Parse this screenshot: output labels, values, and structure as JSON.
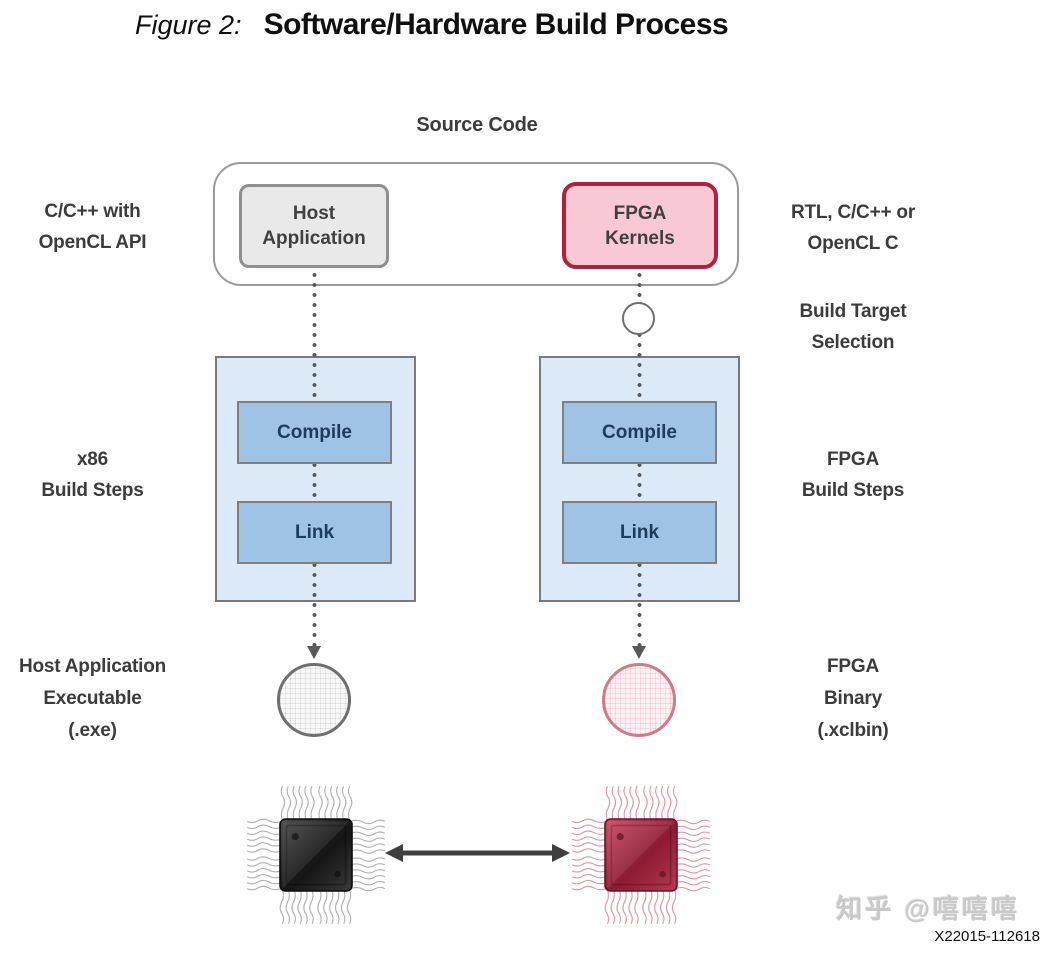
{
  "figure": {
    "label": "Figure 2:",
    "title": "Software/Hardware Build Process",
    "code": "X22015-112618",
    "watermark": "知乎 @嘻嘻嘻"
  },
  "diagram": {
    "source_code": "Source Code",
    "host_application": [
      "Host",
      "Application"
    ],
    "fpga_kernels": [
      "FPGA",
      "Kernels"
    ],
    "compile": "Compile",
    "link": "Link",
    "side_labels": {
      "cpp": [
        "C/C++ with",
        "OpenCL API"
      ],
      "rtl": [
        "RTL, C/C++ or",
        "OpenCL C"
      ],
      "build_target": [
        "Build Target",
        "Selection"
      ],
      "x86_steps": [
        "x86",
        "Build Steps"
      ],
      "fpga_steps": [
        "FPGA",
        "Build Steps"
      ],
      "host_exe": [
        "Host Application",
        "Executable",
        "(.exe)"
      ],
      "fpga_binary": [
        "FPGA",
        "Binary",
        "(.xclbin)"
      ]
    },
    "icons": {
      "build_target_node": "selection-circle",
      "host_output_node": "executable-textured-circle",
      "fpga_output_node": "binary-textured-circle",
      "host_chip": "cpu-chip-black",
      "fpga_chip": "fpga-chip-red",
      "transfer": "double-headed-arrow"
    },
    "colors": {
      "fpga_accent": "#b41f3f",
      "fpga_fill": "#f8c8d4",
      "host_fill": "#e9e9e9",
      "host_border": "#8f8f8f",
      "container_fill": "#dce9f6",
      "step_fill": "#9fc3e5",
      "step_text": "#1f3b5c",
      "connector": "#595959"
    }
  }
}
